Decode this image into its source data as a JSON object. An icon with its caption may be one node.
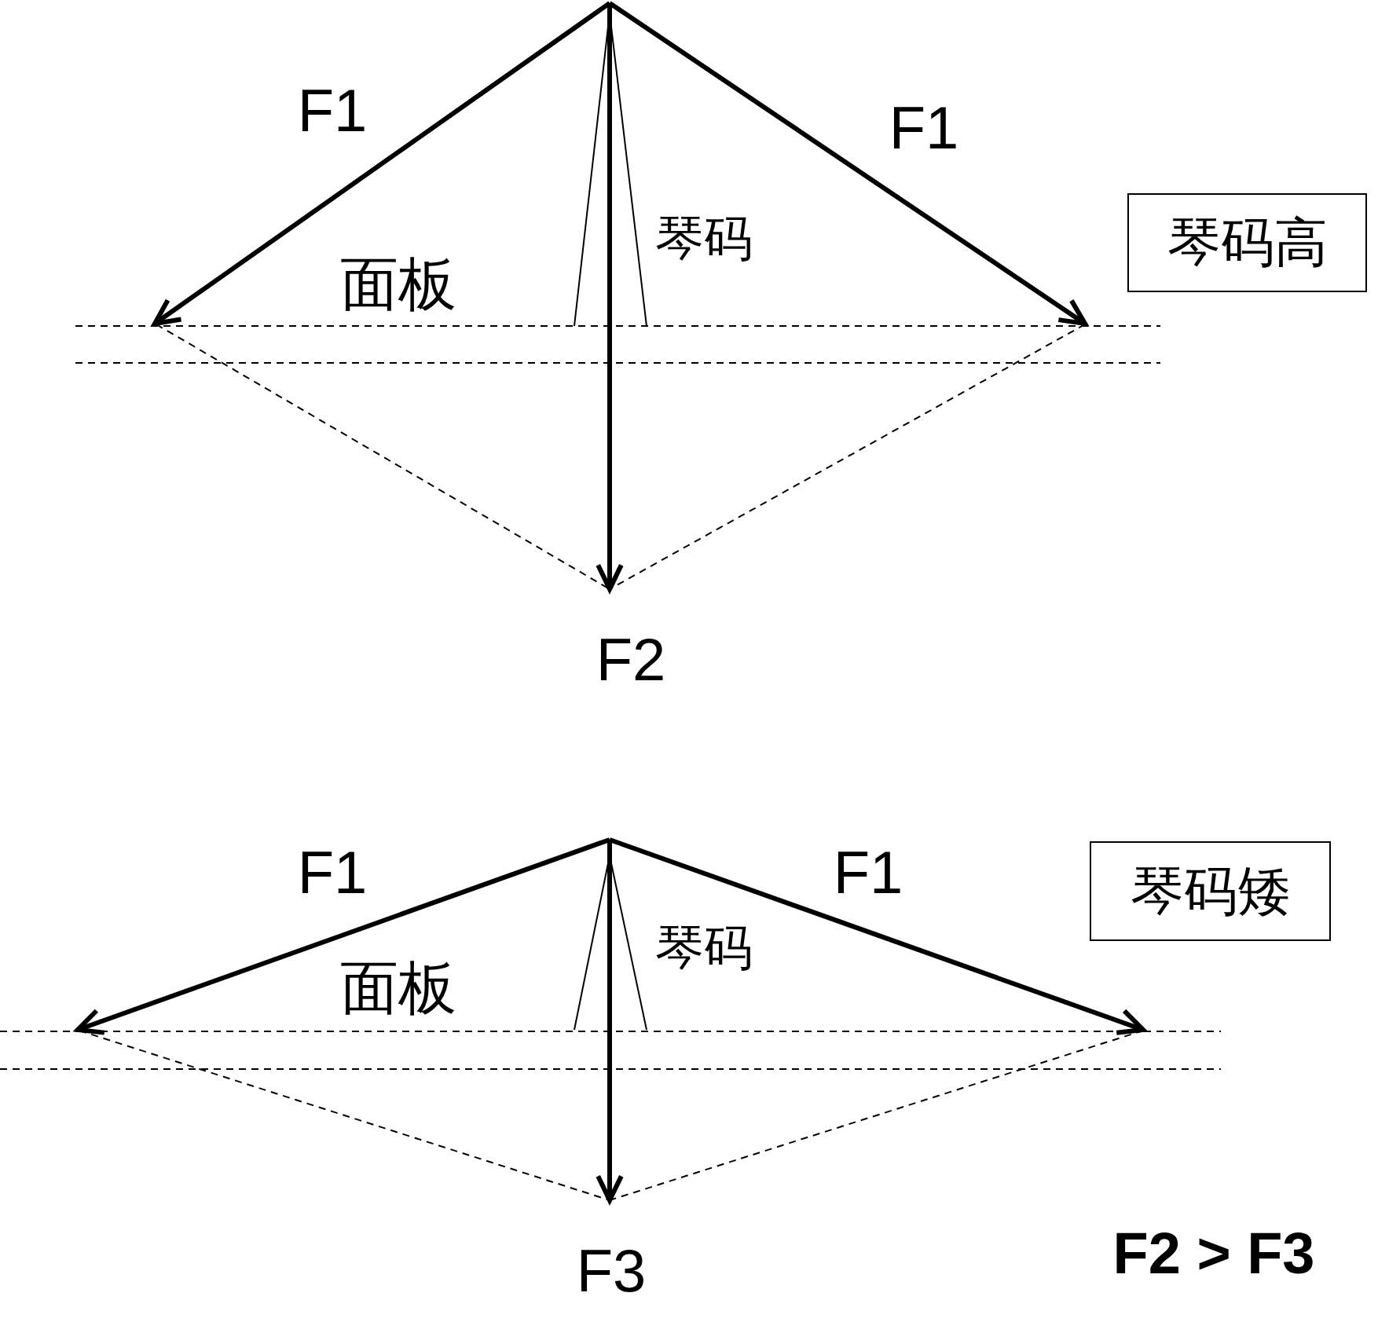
{
  "diagram": {
    "nodes": [
      {
        "text": [
          "琴码高"
        ]
      },
      {
        "text": [
          "琴码矮"
        ]
      }
    ],
    "labels": [
      "F1",
      "F1",
      "琴码",
      "面板",
      "F2",
      "F1",
      "F1",
      "琴码",
      "面板",
      "F3",
      "F2 > F3"
    ]
  }
}
